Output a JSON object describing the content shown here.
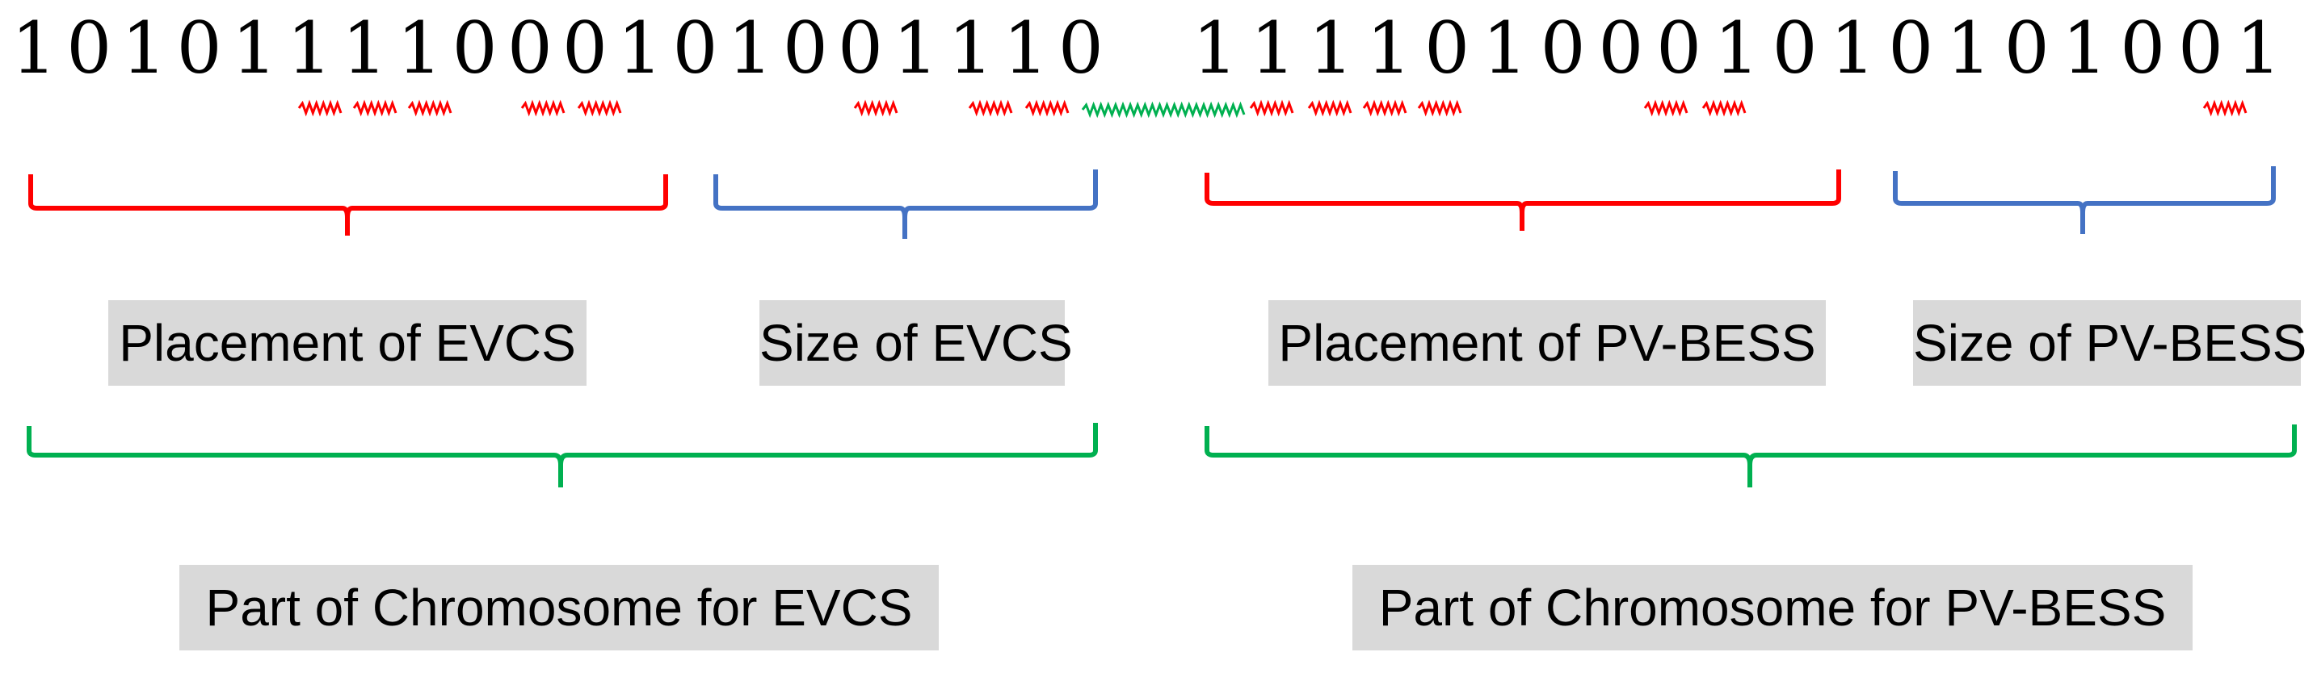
{
  "chromosome": {
    "evcs_bits": [
      "1",
      "0",
      "1",
      "0",
      "1",
      "1",
      "1",
      "1",
      "0",
      "0",
      "0",
      "1",
      "0",
      "1",
      "0",
      "0",
      "1",
      "1",
      "1",
      "0"
    ],
    "pvbess_bits": [
      "1",
      "1",
      "1",
      "1",
      "0",
      "1",
      "0",
      "0",
      "0",
      "1",
      "0",
      "1",
      "0",
      "1",
      "0",
      "1",
      "0",
      "0",
      "1"
    ]
  },
  "labels": {
    "placement_evcs": "Placement of EVCS",
    "size_evcs": "Size of EVCS",
    "placement_pvbess": "Placement of PV-BESS",
    "size_pvbess": "Size of PV-BESS",
    "part_evcs": "Part of Chromosome for EVCS",
    "part_pvbess": "Part of Chromosome for PV-BESS"
  },
  "colors": {
    "placement_brace": "#ff0000",
    "size_brace": "#4472c4",
    "part_brace": "#00b050",
    "label_background": "#d9d9d9"
  }
}
